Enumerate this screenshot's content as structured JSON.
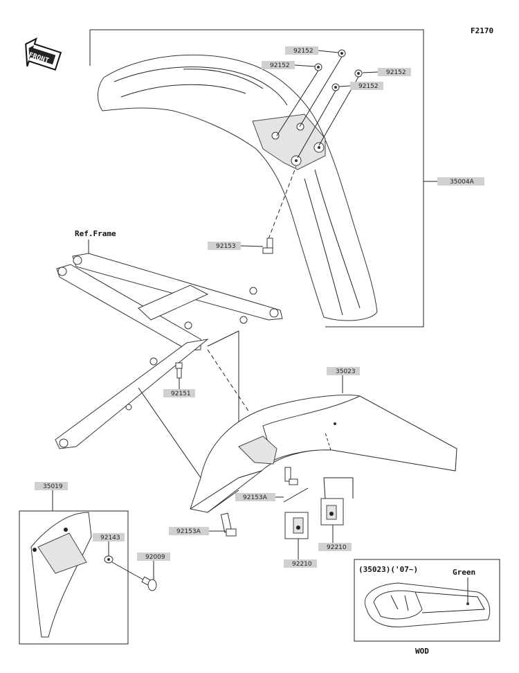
{
  "diagram": {
    "diagram_code": "F2170",
    "front_label": "FRONT",
    "ref_frame_label": "Ref.Frame",
    "part_numbers": {
      "front_fender": "35004A",
      "washer_1": "92152",
      "washer_2": "92152",
      "washer_3": "92152",
      "washer_4": "92152",
      "front_bolt": "92153",
      "frame_bolt": "92151",
      "rear_fender": "35023",
      "rear_bolt_1": "92153A",
      "rear_bolt_2": "92153A",
      "nut_1": "92210",
      "nut_2": "92210",
      "flap": "35019",
      "flap_collar": "92143",
      "flap_bolt": "92009"
    },
    "inset": {
      "title": "(35023)('07~)",
      "color_label": "Green",
      "caption": "WOD"
    }
  }
}
